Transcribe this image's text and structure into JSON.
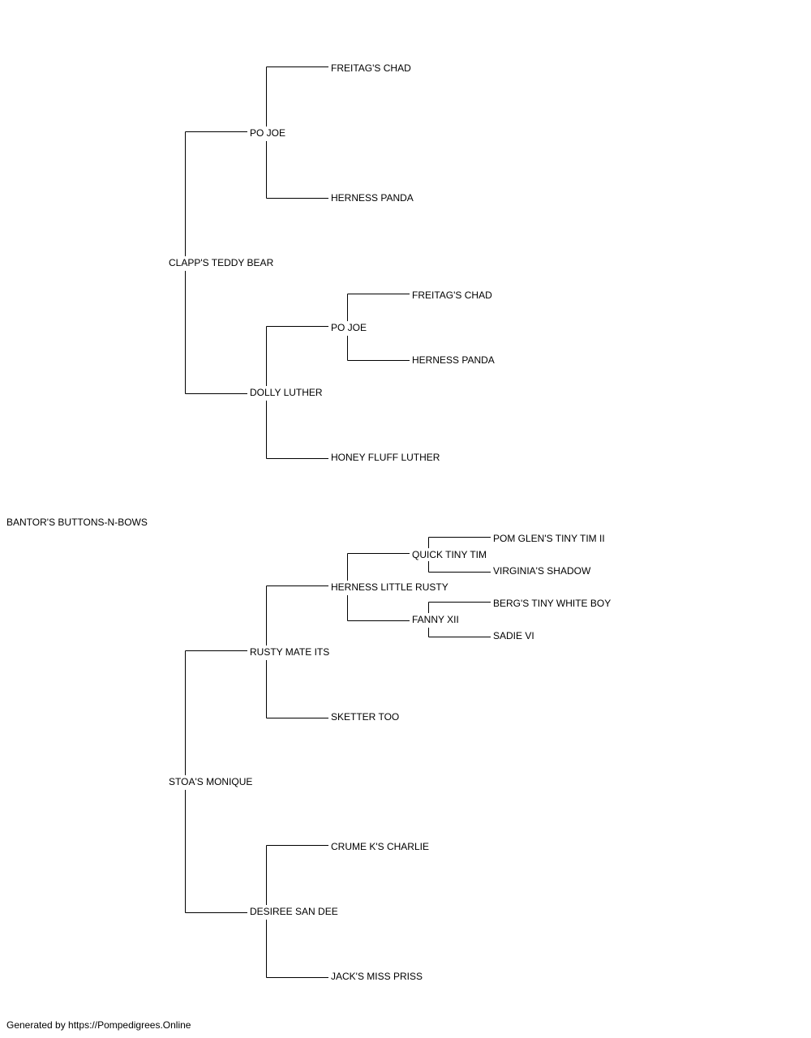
{
  "pedigree": {
    "subject": "BANTOR'S BUTTONS-N-BOWS",
    "sire": {
      "name": "CLAPP'S TEDDY BEAR",
      "sire": {
        "name": "PO JOE",
        "sire": "FREITAG'S CHAD",
        "dam": "HERNESS PANDA"
      },
      "dam": {
        "name": "DOLLY LUTHER",
        "sire": {
          "name": "PO JOE",
          "sire": "FREITAG'S CHAD",
          "dam": "HERNESS PANDA"
        },
        "dam": "HONEY FLUFF LUTHER"
      }
    },
    "dam": {
      "name": "STOA'S MONIQUE",
      "sire": {
        "name": "RUSTY MATE ITS",
        "sire": {
          "name": "HERNESS LITTLE RUSTY",
          "sire": {
            "name": "QUICK TINY TIM",
            "sire": "POM GLEN'S TINY TIM II",
            "dam": "VIRGINIA'S SHADOW"
          },
          "dam": {
            "name": "FANNY XII",
            "sire": "BERG'S TINY WHITE BOY",
            "dam": "SADIE VI"
          }
        },
        "dam": "SKETTER TOO"
      },
      "dam": {
        "name": "DESIREE SAN DEE",
        "sire": "CRUME K'S CHARLIE",
        "dam": "JACK'S MISS PRISS"
      }
    }
  },
  "footer": {
    "text": "Generated by https://Pompedigrees.Online"
  }
}
